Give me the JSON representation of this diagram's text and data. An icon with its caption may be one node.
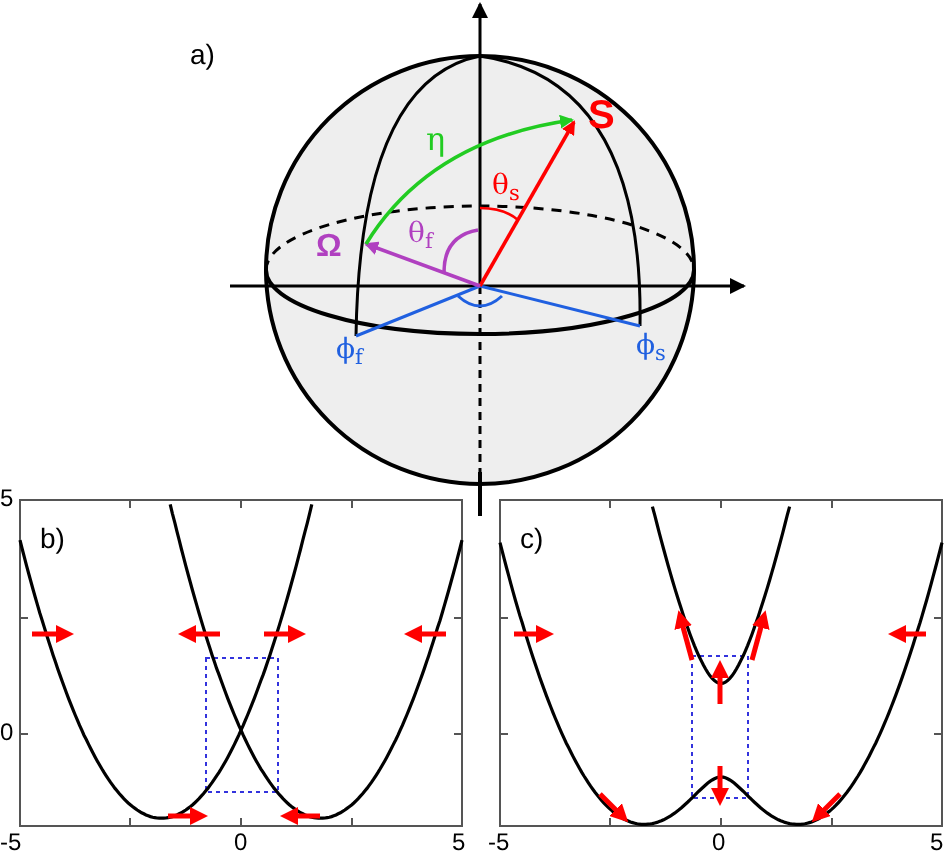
{
  "diagram": {
    "labels": [
      "a)",
      "S",
      "η",
      "θ$_{s}$",
      "Ω",
      "θ$_{f}$",
      "ϕ$_{f}$",
      "ϕ$_{s}$",
      "b)",
      "5",
      "0",
      "-5",
      "0",
      "5",
      "c)",
      "-5",
      "0",
      "5"
    ]
  }
}
